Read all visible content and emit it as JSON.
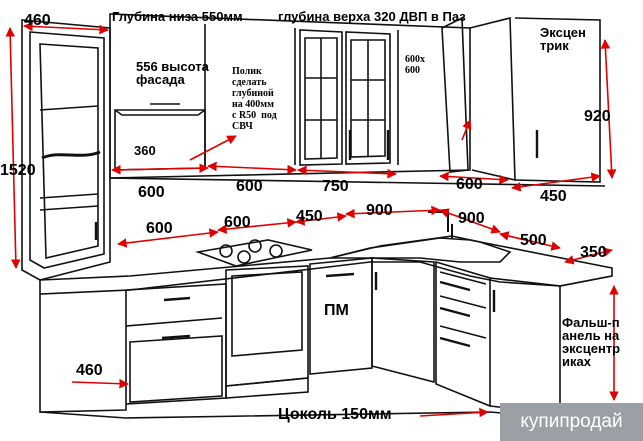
{
  "labels": {
    "top_depth_low": "Глубина низа 550мм",
    "top_depth_up": "глубина верха 320 ДВП в Паз",
    "eccentric": "Эксцен\nтрик",
    "w460_top": "460",
    "h1520": "1520",
    "h556": "556 высота\nфасада",
    "shelf_note": "Полик\nсделать\nглубиной\nна 400мм\nс R50  под\nСВЧ",
    "d360": "360",
    "corner600": "600х\n600",
    "h920": "920",
    "u600a": "600",
    "u600b": "600",
    "u750": "750",
    "u600c": "600",
    "u450": "450",
    "c600a": "600",
    "c600b": "600",
    "c450": "450",
    "c900a": "900",
    "c900b": "900",
    "c500": "500",
    "c350": "350",
    "pm": "ПМ",
    "false_panel": "Фальш-п\nанель на\nэксцентр\nиках",
    "w460_bottom": "460",
    "plinth": "Цоколь 150мм"
  },
  "watermark": "купипродай",
  "colors": {
    "arrow": "#e00000",
    "line": "#000000",
    "stroke": "#111111"
  }
}
